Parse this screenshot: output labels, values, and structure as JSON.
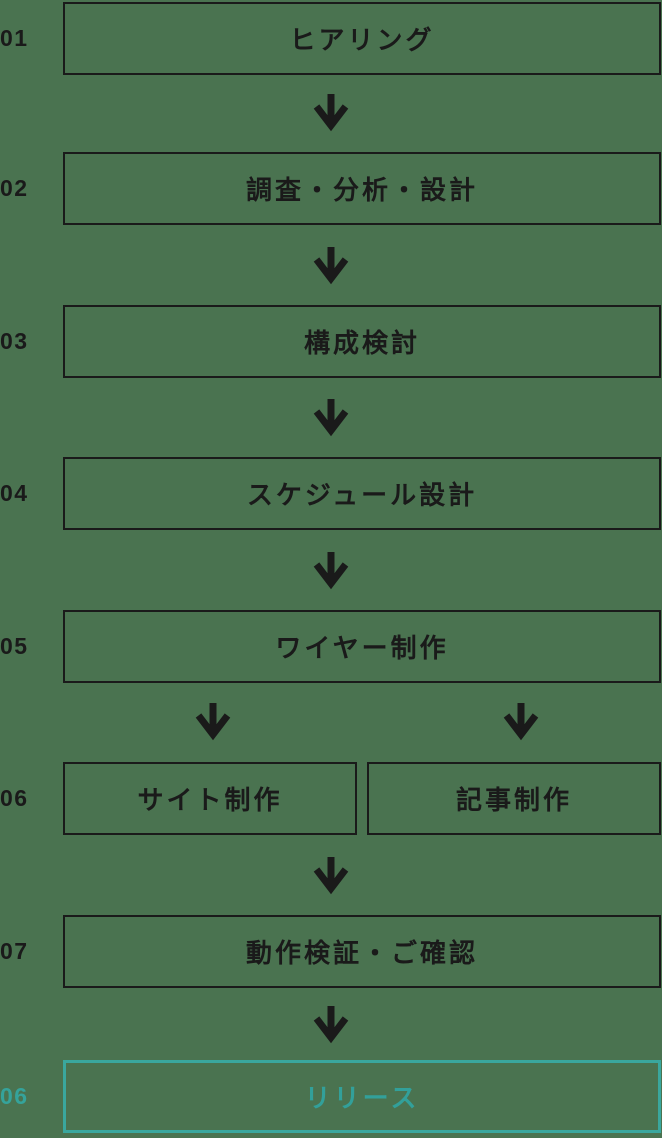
{
  "flow": {
    "steps": [
      {
        "number": "01",
        "label": "ヒアリング"
      },
      {
        "number": "02",
        "label": "調査・分析・設計"
      },
      {
        "number": "03",
        "label": "構成検討"
      },
      {
        "number": "04",
        "label": "スケジュール設計"
      },
      {
        "number": "05",
        "label": "ワイヤー制作"
      },
      {
        "number": "06",
        "labels": [
          "サイト制作",
          "記事制作"
        ]
      },
      {
        "number": "07",
        "label": "動作検証・ご確認"
      },
      {
        "number": "06",
        "label": "リリース",
        "highlight": true
      }
    ],
    "icons": {
      "down_arrow": "down-arrow-icon"
    },
    "colors": {
      "background": "#4a7350",
      "line": "#1a1a1a",
      "accent": "#35a39b"
    }
  }
}
